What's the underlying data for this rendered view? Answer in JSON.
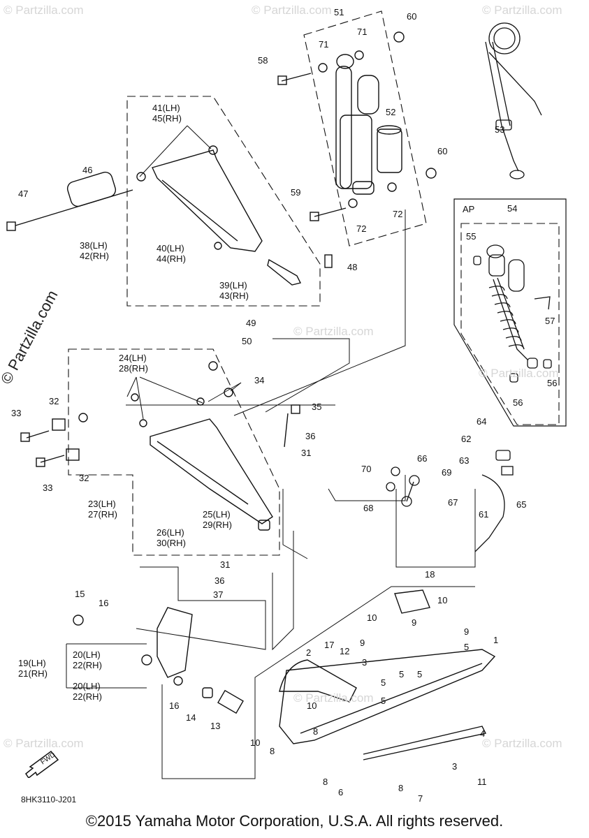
{
  "diagram": {
    "drawing_code": "8HK3110-J201",
    "footer": "©2015 Yamaha Motor Corporation, U.S.A. All rights reserved.",
    "side_watermark": "© Partzilla.com",
    "watermark": "© Partzilla.com",
    "ap_label": "AP",
    "fwd_label": "FWD",
    "callouts": [
      "51",
      "60",
      "71",
      "71",
      "58",
      "52",
      "53",
      "60",
      "59",
      "72",
      "72",
      "54",
      "55",
      "57",
      "56",
      "56",
      "41(LH)\n45(RH)",
      "46",
      "47",
      "38(LH)\n42(RH)",
      "40(LH)\n44(RH)",
      "39(LH)\n43(RH)",
      "48",
      "49",
      "50",
      "24(LH)\n28(RH)",
      "34",
      "33",
      "32",
      "35",
      "36",
      "31",
      "33",
      "32",
      "23(LH)\n27(RH)",
      "25(LH)\n29(RH)",
      "26(LH)\n30(RH)",
      "31",
      "36",
      "37",
      "64",
      "62",
      "63",
      "70",
      "66",
      "69",
      "68",
      "67",
      "65",
      "61",
      "18",
      "15",
      "16",
      "10",
      "10",
      "9",
      "9",
      "9",
      "5",
      "5",
      "5",
      "5",
      "1",
      "17",
      "12",
      "2",
      "3",
      "5",
      "19(LH)\n21(RH)",
      "20(LH)\n22(RH)",
      "20(LH)\n22(RH)",
      "16",
      "14",
      "13",
      "10",
      "8",
      "10",
      "8",
      "4",
      "3",
      "11",
      "8",
      "6",
      "8",
      "7"
    ]
  }
}
